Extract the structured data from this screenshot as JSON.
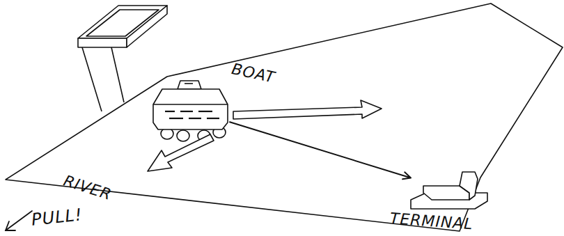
{
  "diagram": {
    "nodes": [
      {
        "text": [
          "RIVER"
        ]
      },
      {
        "text": [
          "BOAT"
        ],
        "in": 0
      },
      {
        "text": [
          "TERMINAL"
        ]
      }
    ],
    "edges": [
      {
        "from": 1,
        "to": 2,
        "arrow": "to"
      }
    ],
    "labels": [
      "PULL!"
    ]
  }
}
